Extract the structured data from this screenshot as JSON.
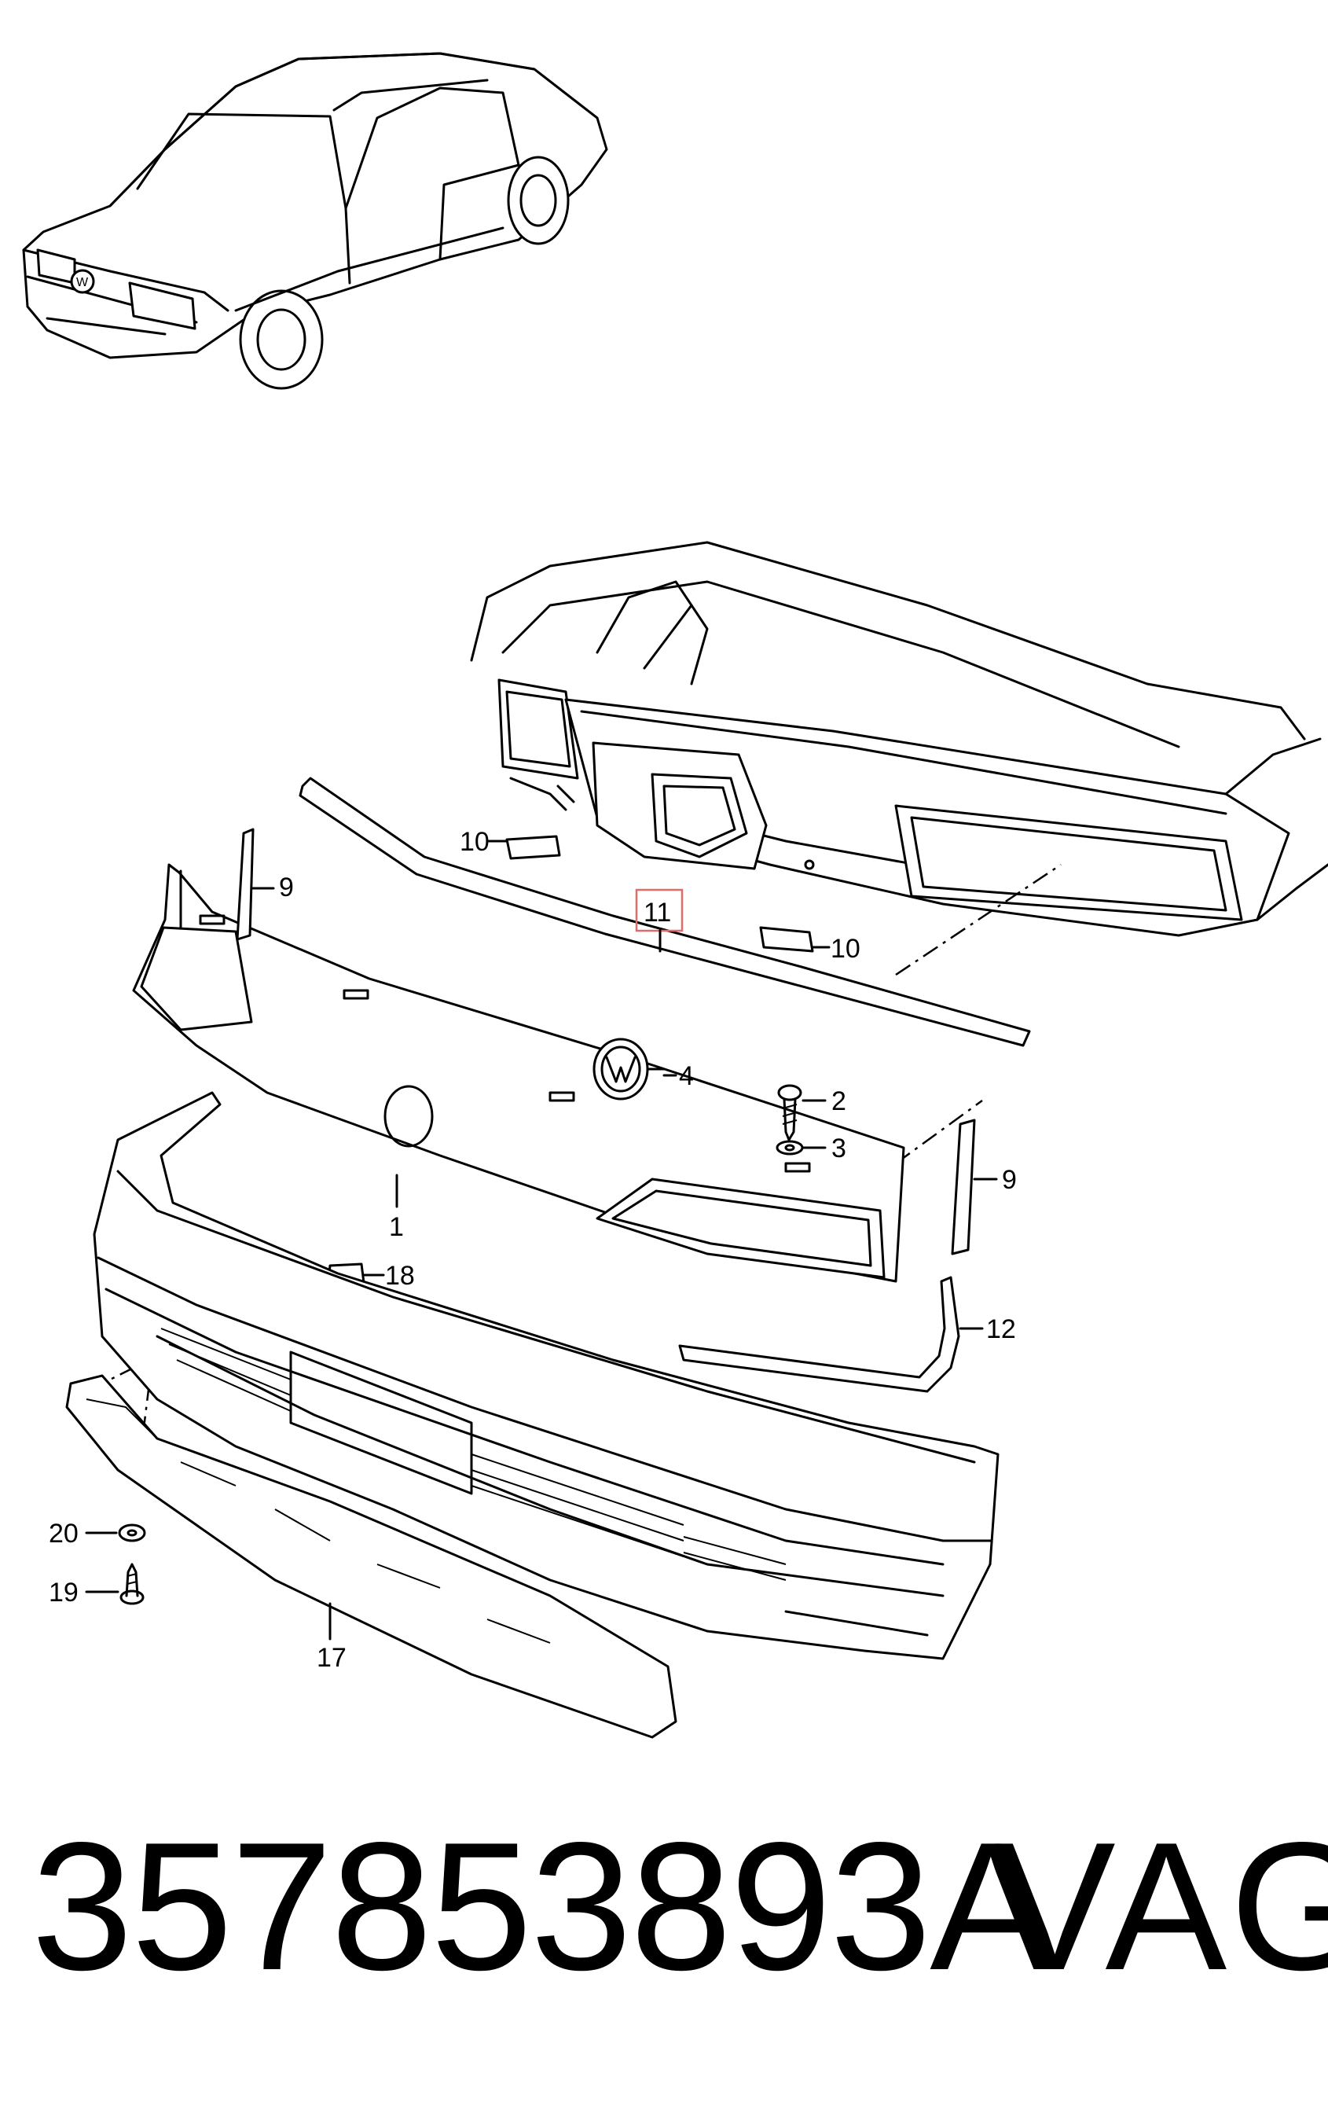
{
  "callouts": {
    "c1": "1",
    "c2": "2",
    "c3": "3",
    "c4": "4",
    "c9a": "9",
    "c9b": "9",
    "c10a": "10",
    "c10b": "10",
    "c11": "11",
    "c12": "12",
    "c17": "17",
    "c18": "18",
    "c19": "19",
    "c20": "20"
  },
  "highlighted_callout": "11",
  "footer": {
    "part_number": "357853893A",
    "brand": "VAG"
  }
}
